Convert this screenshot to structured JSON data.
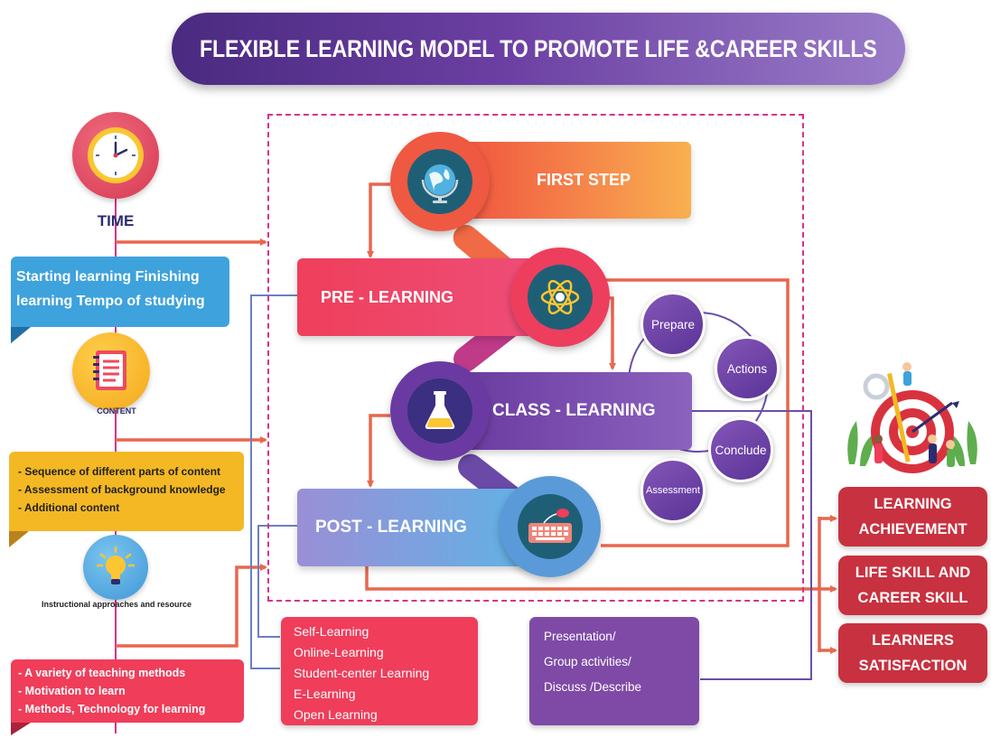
{
  "title": "FLEXIBLE LEARNING MODEL TO PROMOTE LIFE &CAREER SKILLS",
  "left": {
    "time_label": "TIME",
    "time_text": "Starting learning Finishing learning Tempo of studying",
    "content_label": "CONTENT",
    "content_items": [
      "- Sequence of different parts of content",
      "- Assessment of background knowledge",
      "- Additional content"
    ],
    "instructional_label": "Instructional approaches and resource",
    "instructional_items": [
      "- A variety of teaching methods",
      "- Motivation to learn",
      "- Methods, Technology for learning"
    ]
  },
  "steps": {
    "first": "FIRST STEP",
    "pre": "PRE - LEARNING",
    "class": "CLASS - LEARNING",
    "post": "POST - LEARNING"
  },
  "cycle": [
    "Prepare",
    "Actions",
    "Conclude",
    "Assessment"
  ],
  "learning_modes": [
    "Self-Learning",
    "Online-Learning",
    "Student-center Learning",
    "E-Learning",
    "Open Learning"
  ],
  "class_activities": [
    "Presentation/",
    "Group activities/",
    "Discuss /Describe"
  ],
  "outcomes": [
    {
      "line1": "LEARNING",
      "line2": "ACHIEVEMENT"
    },
    {
      "line1": "LIFE SKILL AND",
      "line2": "CAREER SKILL"
    },
    {
      "line1": "LEARNERS",
      "line2": "SATISFACTION"
    }
  ],
  "icons": {
    "time": "clock-icon",
    "content": "notebook-icon",
    "instructional": "lightbulb-icon",
    "first": "globe-icon",
    "pre": "atom-icon",
    "class": "flask-icon",
    "post": "keyboard-mouse-icon",
    "outcome": "target-icon"
  },
  "colors": {
    "title_start": "#4a2a80",
    "title_end": "#9a7cc8",
    "arrow": "#e8674e",
    "line_blue": "#6b7fc4",
    "line_purple": "#6b4ea6",
    "dashed_frame": "#d8318f",
    "time_blue": "#3ea2dd",
    "content_yellow": "#f3b823",
    "instr_pink": "#ef3d5a",
    "outcome_red": "#c8313f"
  }
}
